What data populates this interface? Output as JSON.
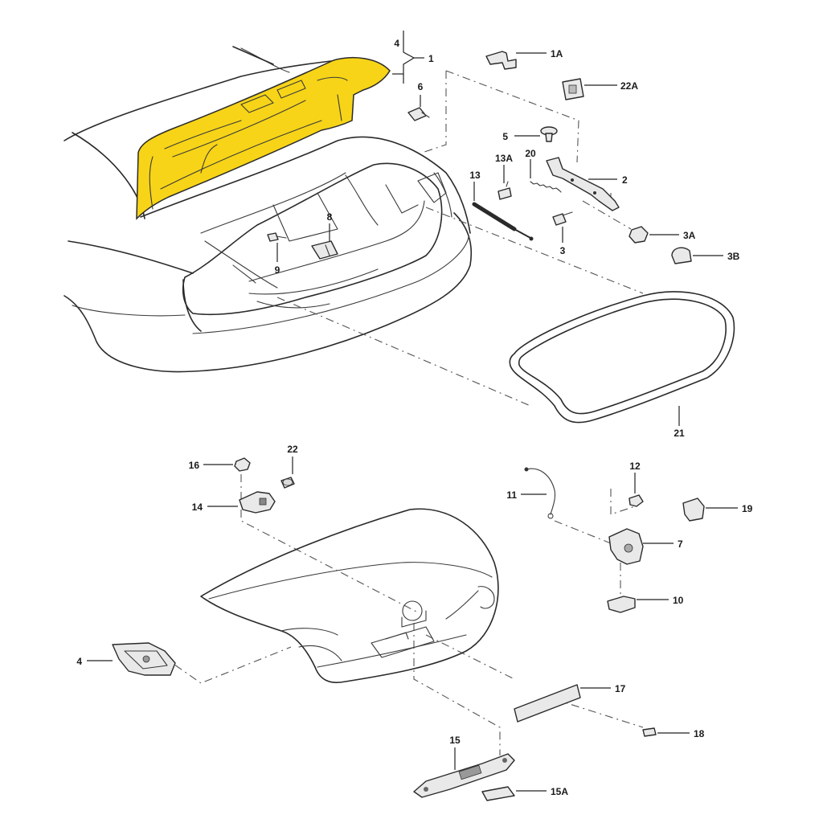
{
  "colors": {
    "highlight": "#f7d417",
    "line": "#2a2a2a",
    "part_fill": "#e9e9e9"
  },
  "callouts": [
    {
      "id": "4-top",
      "text": "4"
    },
    {
      "id": "1",
      "text": "1"
    },
    {
      "id": "6",
      "text": "6"
    },
    {
      "id": "1A",
      "text": "1A"
    },
    {
      "id": "22A",
      "text": "22A"
    },
    {
      "id": "5",
      "text": "5"
    },
    {
      "id": "13A",
      "text": "13A"
    },
    {
      "id": "20",
      "text": "20"
    },
    {
      "id": "13",
      "text": "13"
    },
    {
      "id": "2",
      "text": "2"
    },
    {
      "id": "8",
      "text": "8"
    },
    {
      "id": "9",
      "text": "9"
    },
    {
      "id": "3",
      "text": "3"
    },
    {
      "id": "3A",
      "text": "3A"
    },
    {
      "id": "3B",
      "text": "3B"
    },
    {
      "id": "21",
      "text": "21"
    },
    {
      "id": "16",
      "text": "16"
    },
    {
      "id": "22",
      "text": "22"
    },
    {
      "id": "14",
      "text": "14"
    },
    {
      "id": "11",
      "text": "11"
    },
    {
      "id": "12",
      "text": "12"
    },
    {
      "id": "19",
      "text": "19"
    },
    {
      "id": "7",
      "text": "7"
    },
    {
      "id": "10",
      "text": "10"
    },
    {
      "id": "4-bottom",
      "text": "4"
    },
    {
      "id": "17",
      "text": "17"
    },
    {
      "id": "18",
      "text": "18"
    },
    {
      "id": "15",
      "text": "15"
    },
    {
      "id": "15A",
      "text": "15A"
    }
  ]
}
